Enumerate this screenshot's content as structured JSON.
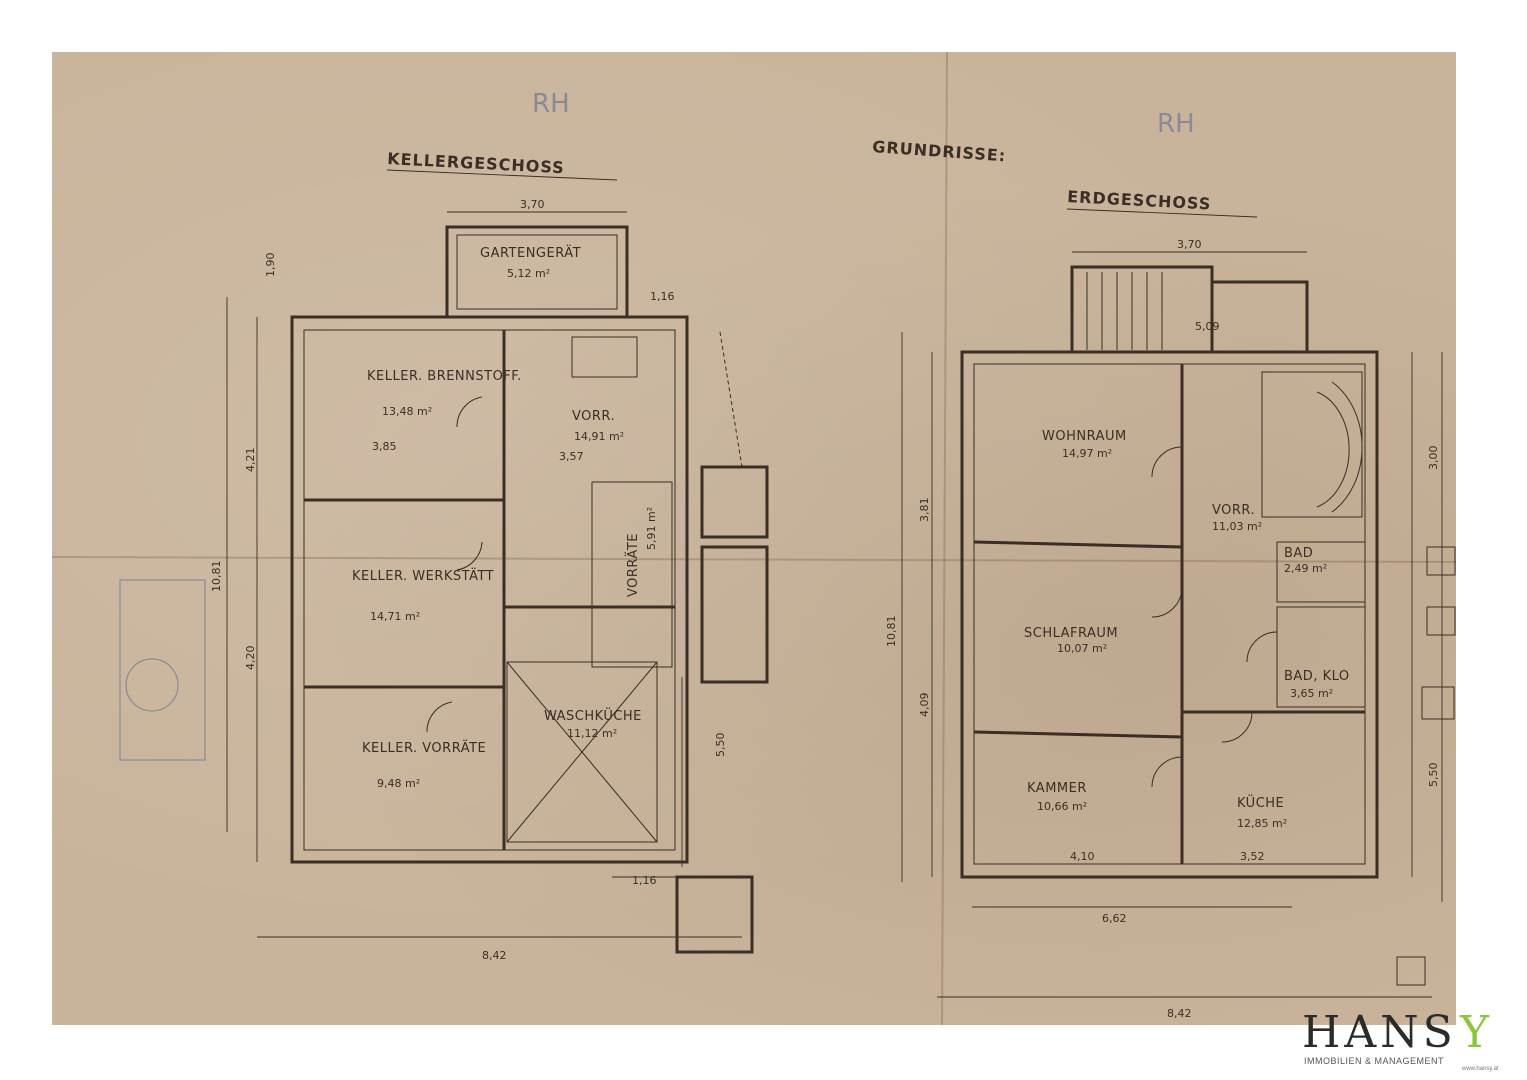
{
  "plan": {
    "main_title": "GRUNDRISSE:",
    "basement": {
      "mark": "RH",
      "title": "KELLERGESCHOSS",
      "rooms": [
        {
          "name": "GARTENGERÄT",
          "area": "5,12 m²"
        },
        {
          "name": "KELLER. BRENNSTOFF.",
          "area": "13,48 m²"
        },
        {
          "name": "VORR.",
          "area": "14,91 m²"
        },
        {
          "name": "KELLER. WERKSTÄTT",
          "area": "14,71 m²"
        },
        {
          "name": "VORRÄTE",
          "area": "5,91 m²"
        },
        {
          "name": "WASCHKÜCHE",
          "area": "11,12 m²"
        },
        {
          "name": "KELLER. VORRÄTE",
          "area": "9,48 m²"
        }
      ],
      "dims": {
        "top": "3,70",
        "bottom": "8,42",
        "total_h": "10,81",
        "h1": "4,21",
        "h2": "4,20",
        "h3": "1,90",
        "h4": "5,50",
        "w_left": "3,85",
        "w_mid": "3,57",
        "stair": "1,16",
        "stair_b": "1,16"
      }
    },
    "ground": {
      "mark": "RH",
      "title": "ERDGESCHOSS",
      "rooms": [
        {
          "name": "WOHNRAUM",
          "area": "14,97 m²"
        },
        {
          "name": "VORR.",
          "area": "11,03 m²"
        },
        {
          "name": "SCHLAFRAUM",
          "area": "10,07 m²"
        },
        {
          "name": "BAD",
          "area": "2,49 m²"
        },
        {
          "name": "BAD, KLO",
          "area": "3,65 m²"
        },
        {
          "name": "KAMMER",
          "area": "10,66 m²"
        },
        {
          "name": "KÜCHE",
          "area": "12,85 m²"
        }
      ],
      "dims": {
        "top": "3,70",
        "bottom": "8,42",
        "inner": "6,62",
        "total_h": "10,81",
        "h1": "3,81",
        "h2": "4,09",
        "h3": "5,50",
        "h4": "3,00",
        "w_kammer": "4,10",
        "w_kueche": "3,52",
        "stair_w": "5,09"
      }
    }
  },
  "logo": {
    "name": "HANS",
    "accent": "Y",
    "subtitle": "IMMOBILIEN & MANAGEMENT",
    "url": "www.hansy.at",
    "accent_color": "#8cc63f"
  }
}
